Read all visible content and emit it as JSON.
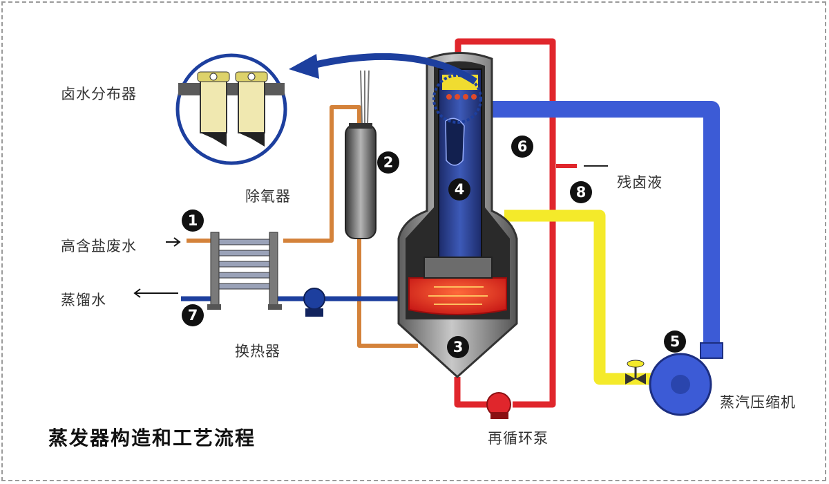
{
  "title": "蒸发器构造和工艺流程",
  "labels": {
    "brine_distributor": "卤水分布器",
    "deaerator": "除氧器",
    "high_salt_wastewater": "高含盐废水",
    "distilled_water": "蒸馏水",
    "heat_exchanger": "换热器",
    "residual_brine": "残卤液",
    "steam_compressor": "蒸汽压缩机",
    "recirculation_pump": "再循环泵"
  },
  "markers": [
    "1",
    "2",
    "3",
    "4",
    "5",
    "6",
    "7",
    "8"
  ],
  "colors": {
    "steam_blue": "#3c5bd6",
    "recirculation_red": "#e0262c",
    "feed_orange": "#d4823a",
    "vapor_yellow": "#f4ea2a",
    "distillate_navy": "#1d3f9e",
    "vessel_gray": "#6e6e6e"
  }
}
